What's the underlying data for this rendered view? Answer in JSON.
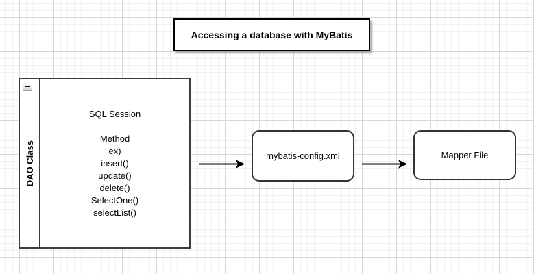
{
  "diagram": {
    "title": "Accessing a database with MyBatis",
    "dao_box": {
      "vertical_label": "DAO Class",
      "collapse_icon": "minus",
      "lines": [
        "SQL Session",
        "",
        "Method",
        "ex)",
        "insert()",
        "update()",
        "delete()",
        "SelectOne()",
        "selectList()"
      ]
    },
    "config_box": {
      "label": "mybatis-config.xml"
    },
    "mapper_box": {
      "label": "Mapper File"
    },
    "connections": [
      {
        "from": "dao-class-box",
        "to": "mybatis-config-box",
        "type": "arrow"
      },
      {
        "from": "mybatis-config-box",
        "to": "mapper-file-box",
        "type": "arrow"
      }
    ],
    "colors": {
      "background": "#ffffff",
      "grid_minor": "#f1f1f1",
      "grid_major": "#d7d7d7",
      "title_border": "#000000",
      "shape_border": "#3c3c3c",
      "text": "#000000",
      "collapse_button_border": "#98a2b0",
      "arrow": "#000000"
    }
  }
}
